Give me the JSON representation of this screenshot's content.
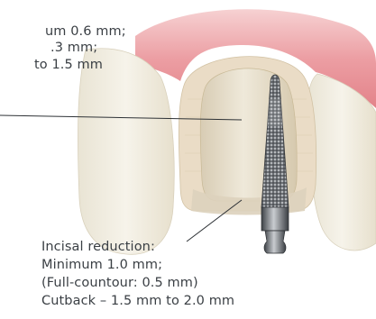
{
  "labeling_reduction": {
    "lines": [
      "um 0.6 mm;",
      ".3 mm;",
      "to 1.5 mm"
    ]
  },
  "incisal_reduction": {
    "heading": "Incisal reduction:",
    "minimum": "Minimum 1.0 mm;",
    "full_contour": "(Full-countour: 0.5 mm)",
    "cutback": "Cutback – 1.5 mm to 2.0 mm"
  },
  "colors": {
    "gingiva": "#e58e94",
    "tooth_prep": "#e6ddc9",
    "tooth_neighbor": "#f1ede0",
    "bur_shank": "#8f9398",
    "text": "#3a3f44"
  }
}
